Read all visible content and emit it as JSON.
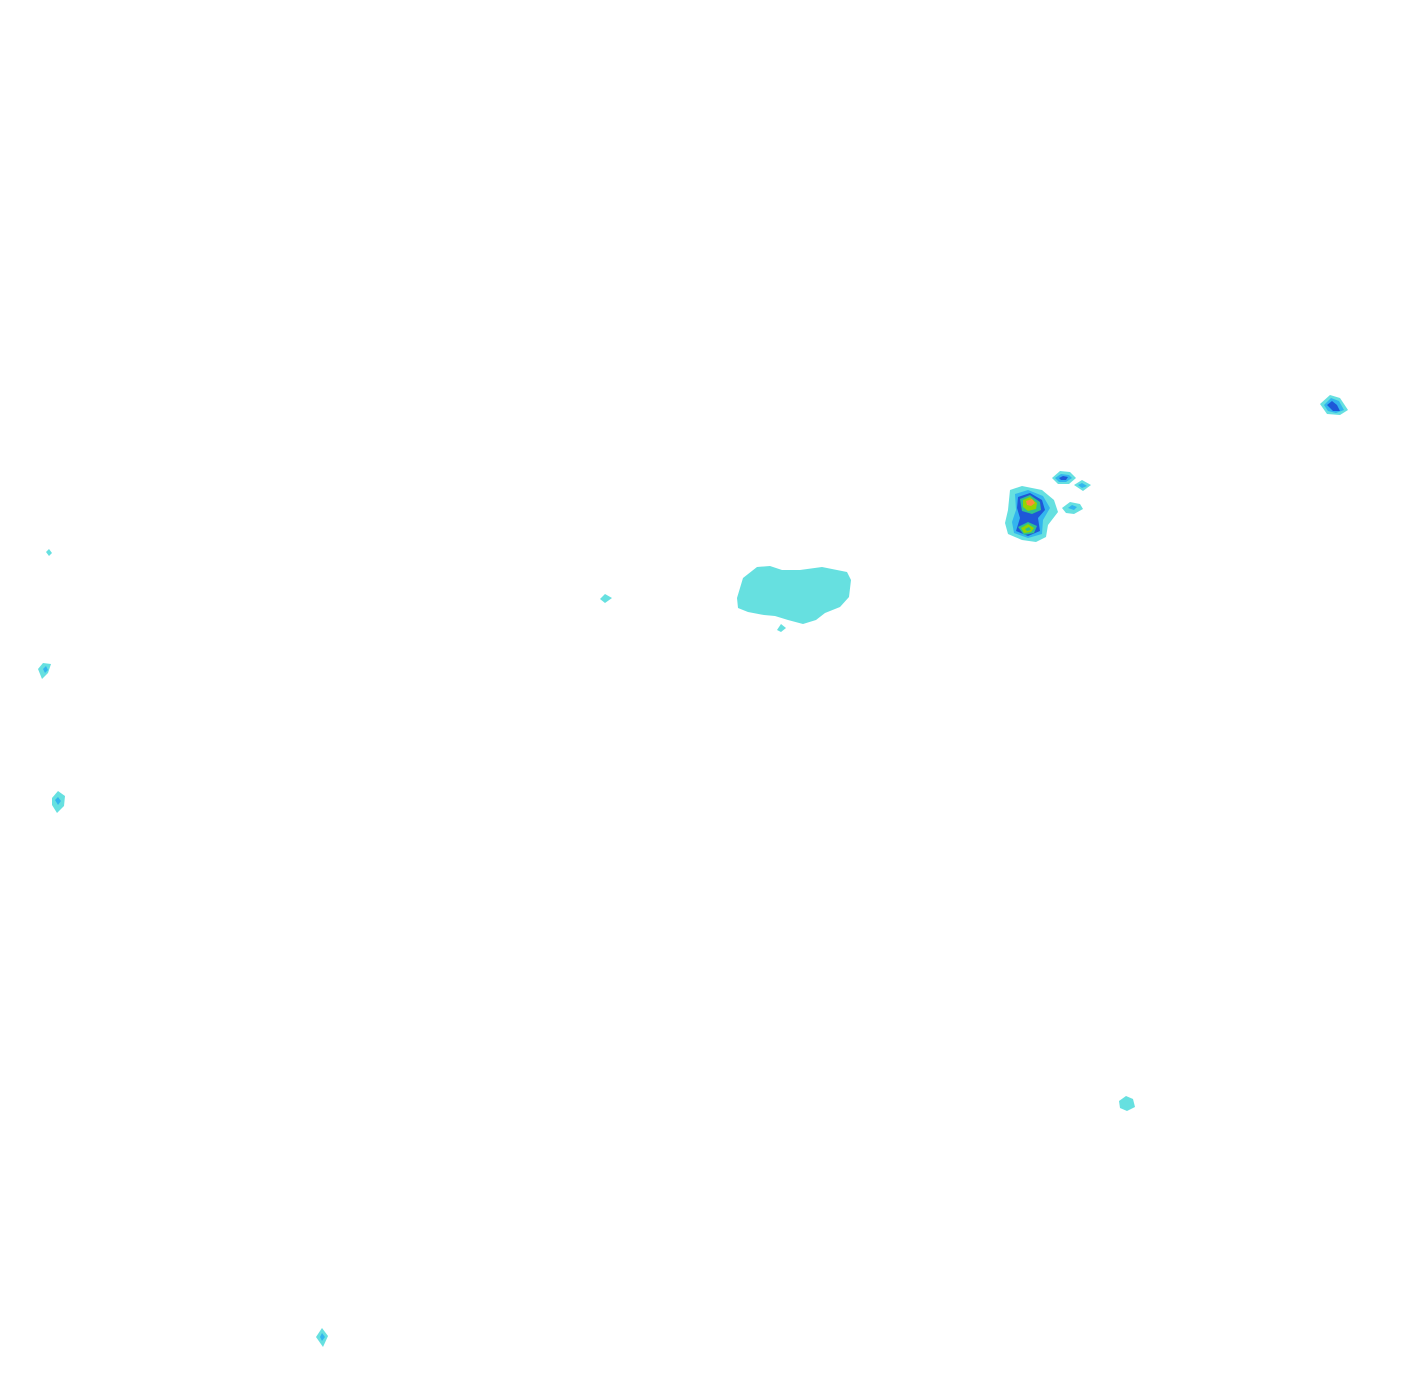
{
  "map": {
    "type": "contour-overlay",
    "background_color": "#ffffff",
    "colors": {
      "level_1": "#66e0e0",
      "level_2": "#33b5ee",
      "level_3": "#1e58d8",
      "level_4": "#2ec090",
      "level_5": "#93d400",
      "level_6": "#ff8c3a"
    },
    "features": [
      {
        "name": "large-central-patch",
        "max_level": 1
      },
      {
        "name": "northeast-multi-peak-cluster",
        "max_level": 6
      },
      {
        "name": "northeast-satellite-patches",
        "max_level": 3
      },
      {
        "name": "far-east-patch",
        "max_level": 3
      },
      {
        "name": "western-small-patches",
        "max_level": 2
      },
      {
        "name": "southeast-small-patch",
        "max_level": 1
      },
      {
        "name": "south-small-patch",
        "max_level": 2
      }
    ]
  }
}
